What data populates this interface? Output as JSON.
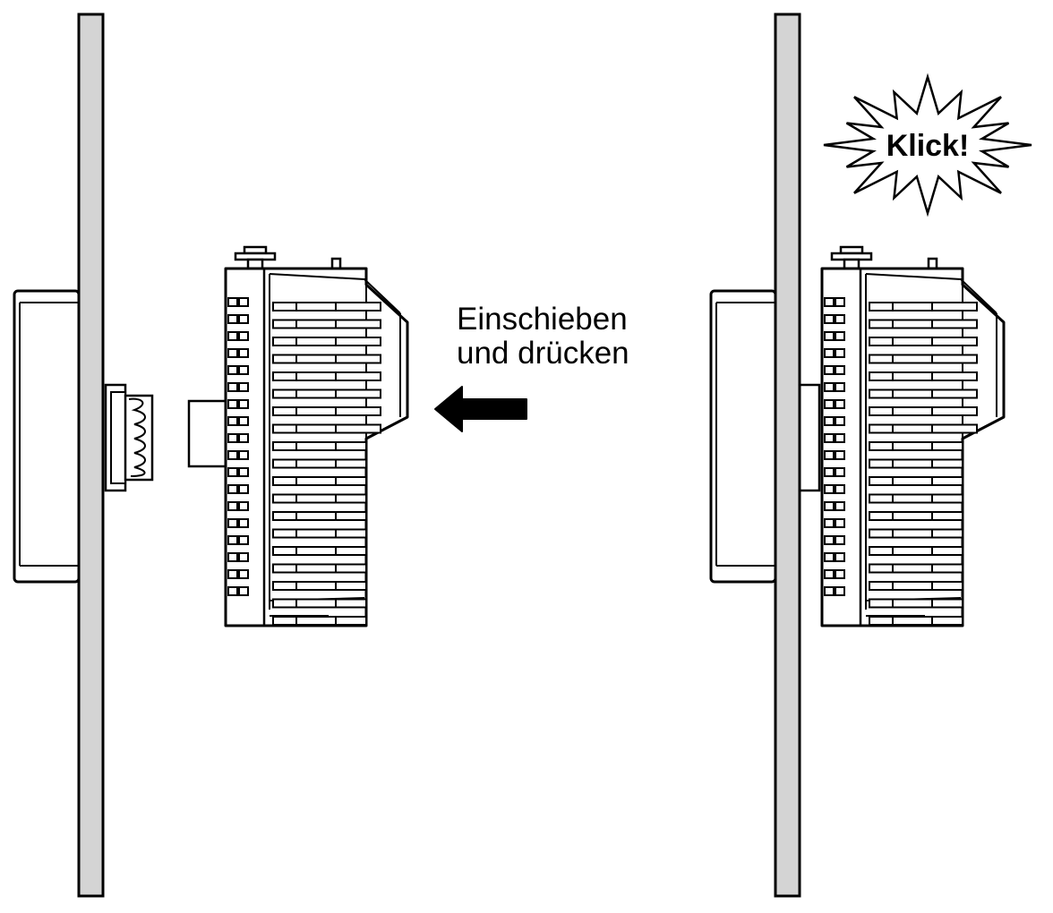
{
  "instruction": {
    "line1": "Einschieben",
    "line2": "und drücken"
  },
  "burst": {
    "text": "Klick!"
  },
  "colors": {
    "panel": "#d4d4d4",
    "stroke": "#000000",
    "background": "#ffffff"
  },
  "icons": {
    "arrow": "arrow-left-icon",
    "burst": "starburst-icon"
  }
}
